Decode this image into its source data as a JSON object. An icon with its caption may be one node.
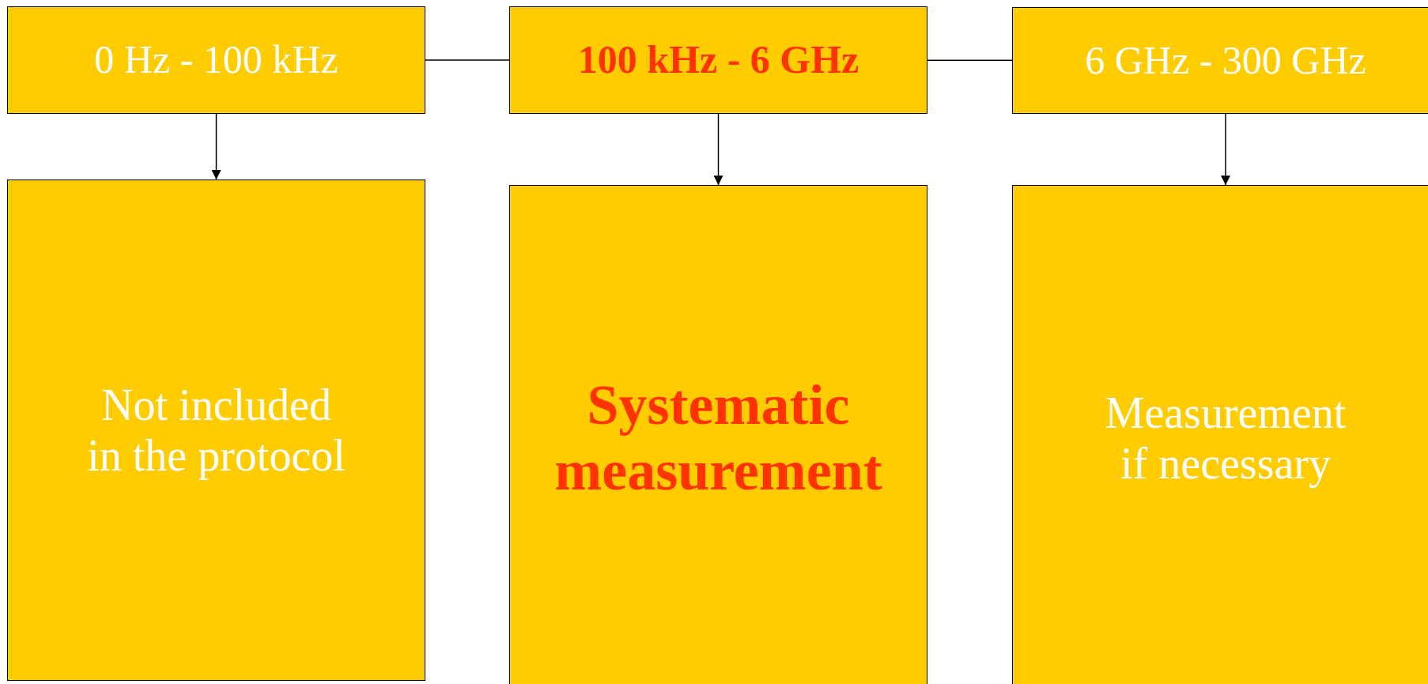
{
  "diagram": {
    "nodes": [
      {
        "text": [
          "0 Hz - 100 kHz"
        ]
      },
      {
        "text": [
          "100 kHz - 6 GHz"
        ]
      },
      {
        "text": [
          "6 GHz - 300 GHz"
        ]
      },
      {
        "text": [
          "Not included in the protocol"
        ]
      },
      {
        "text": [
          "Systematic measurement"
        ]
      },
      {
        "text": [
          "Measurement if necessary"
        ]
      }
    ],
    "edges": [
      {
        "from": 0,
        "to": 1,
        "arrow": "none"
      },
      {
        "from": 1,
        "to": 2,
        "arrow": "none"
      },
      {
        "from": 0,
        "to": 3,
        "arrow": "to"
      },
      {
        "from": 1,
        "to": 4,
        "arrow": "to"
      },
      {
        "from": 2,
        "to": 5,
        "arrow": "to"
      }
    ]
  }
}
